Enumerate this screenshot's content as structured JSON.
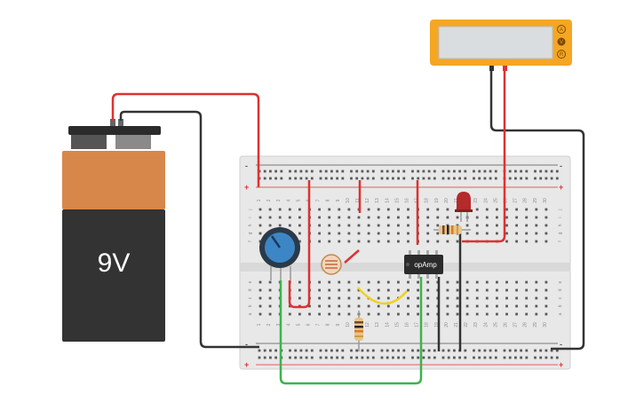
{
  "battery": {
    "label": "9V",
    "body_color": "#333333",
    "top_color": "#d8874a"
  },
  "opamp": {
    "label": "opAmp"
  },
  "multimeter": {
    "modes": [
      "A",
      "V",
      "R"
    ],
    "accent": "#f5a623"
  },
  "breadboard": {
    "rail_plus": "+",
    "rail_minus": "-",
    "column_numbers": [
      "1",
      "2",
      "3",
      "4",
      "5",
      "6",
      "7",
      "8",
      "9",
      "10",
      "11",
      "12",
      "13",
      "14",
      "15",
      "16",
      "17",
      "18",
      "19",
      "20",
      "21",
      "22",
      "23",
      "24",
      "25",
      "26",
      "27",
      "28",
      "29",
      "30"
    ],
    "row_letters_top": [
      "j",
      "i",
      "h",
      "g",
      "f"
    ],
    "row_letters_bottom": [
      "e",
      "d",
      "c",
      "b",
      "a"
    ]
  },
  "wire_colors": {
    "red": "#e03030",
    "black": "#333333",
    "green": "#3cb44b",
    "yellow": "#f0d020"
  }
}
